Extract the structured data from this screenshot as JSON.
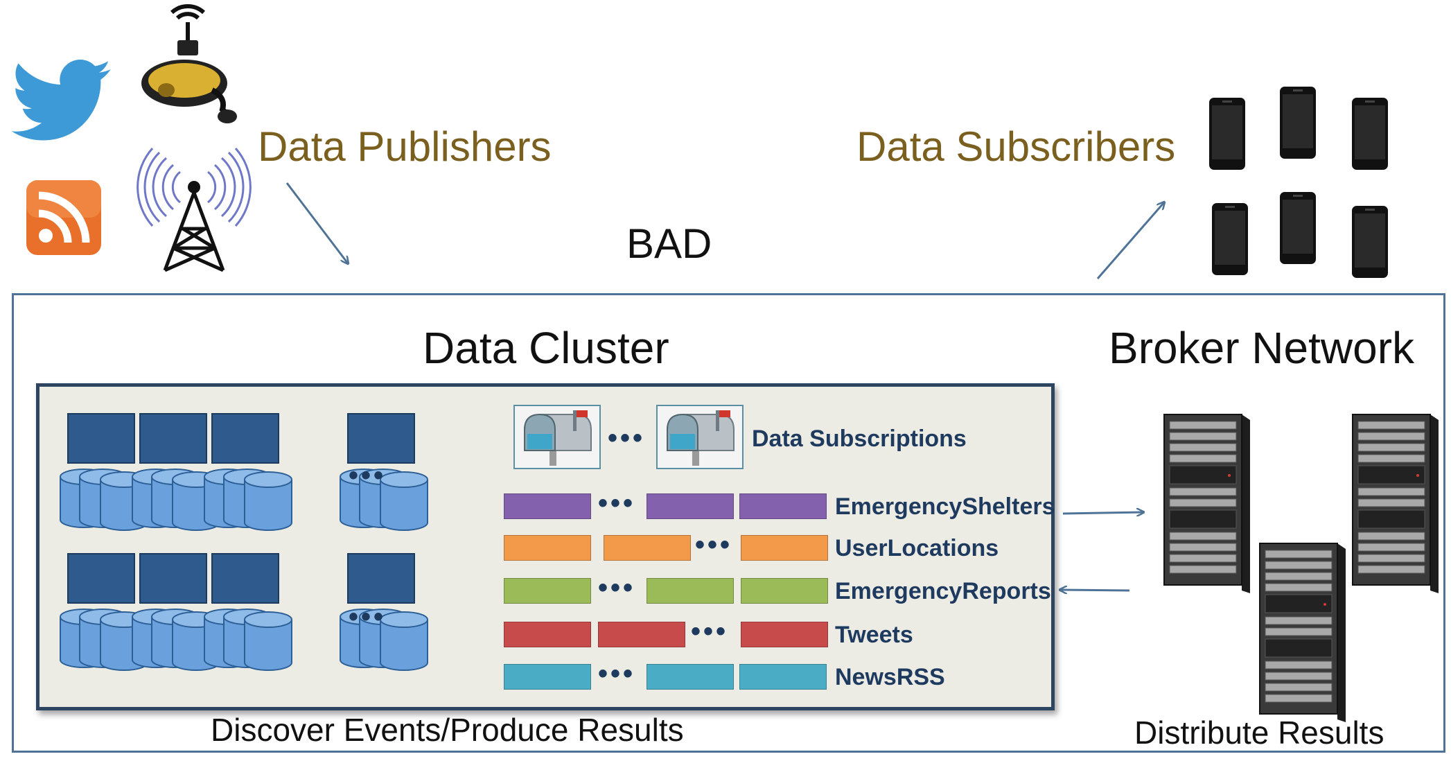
{
  "top": {
    "publishers_label": "Data Publishers",
    "subscribers_label": "Data Subscribers",
    "center_label": "BAD"
  },
  "cluster": {
    "heading": "Data Cluster",
    "caption": "Discover Events/Produce Results",
    "subscriptions_label": "Data Subscriptions",
    "streams": [
      {
        "label": "EmergencyShelters",
        "color": "#8461ad"
      },
      {
        "label": "UserLocations",
        "color": "#f29a4a"
      },
      {
        "label": "EmergencyReports",
        "color": "#9bbb59"
      },
      {
        "label": "Tweets",
        "color": "#c84b4b"
      },
      {
        "label": "NewsRSS",
        "color": "#4bacc6"
      }
    ]
  },
  "broker": {
    "heading": "Broker Network",
    "caption": "Distribute Results"
  },
  "icons": [
    "twitter-bird-icon",
    "security-camera-icon",
    "rss-feed-icon",
    "radio-tower-icon",
    "smartphone-icon",
    "mailbox-icon",
    "database-cylinder-icon",
    "server-rack-icon"
  ],
  "colors": {
    "label_gold": "#7b5f1e",
    "cluster_border": "#2d4560",
    "outer_border": "#4f7396",
    "node_blue": "#2f5a8e",
    "cylinder_blue": "#6aa1dd",
    "arrow": "#4f7396"
  }
}
